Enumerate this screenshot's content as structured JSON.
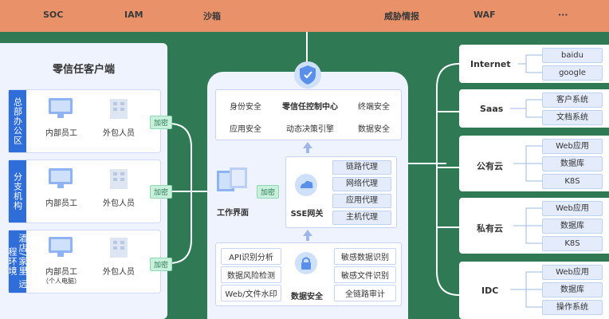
{
  "topbar": {
    "items": [
      "SOC",
      "IAM",
      "沙箱",
      "威胁情报",
      "WAF",
      "···"
    ]
  },
  "left": {
    "title": "零信任客户端",
    "rows": [
      {
        "label": "总部办公区",
        "staff": "内部员工",
        "outsourced": "外包人员",
        "sub": ""
      },
      {
        "label": "分支机构",
        "staff": "内部员工",
        "outsourced": "外包人员",
        "sub": ""
      },
      {
        "label": "酒店/家里 远程环境",
        "staff": "内部员工",
        "outsourced": "外包人员",
        "sub": "（个人电脑）"
      }
    ],
    "encrypt_label": "加密"
  },
  "center": {
    "control": {
      "title": "零信任控制中心",
      "items": [
        "身份安全",
        "终端安全",
        "应用安全",
        "动态决策引擎",
        "数据安全"
      ]
    },
    "workspace_label": "工作界面",
    "encrypt_label": "加密",
    "gateway": {
      "title": "SSE网关",
      "items": [
        "链路代理",
        "网络代理",
        "应用代理",
        "主机代理"
      ]
    },
    "data_security": {
      "title": "数据安全",
      "left_items": [
        "API识别分析",
        "数据风险检测",
        "Web/文件水印"
      ],
      "right_items": [
        "敏感数据识别",
        "敏感文件识别",
        "全链路审计"
      ]
    }
  },
  "right": {
    "groups": [
      {
        "title": "Internet",
        "items": [
          "baidu",
          "google"
        ]
      },
      {
        "title": "Saas",
        "items": [
          "客户系统",
          "文档系统"
        ]
      },
      {
        "title": "公有云",
        "items": [
          "Web应用",
          "数据库",
          "K8S"
        ]
      },
      {
        "title": "私有云",
        "items": [
          "Web应用",
          "数据库",
          "K8S"
        ]
      },
      {
        "title": "IDC",
        "items": [
          "Web应用",
          "数据库",
          "操作系统"
        ]
      }
    ]
  },
  "colors": {
    "topbar": "#e9926a",
    "background": "#2f7a55",
    "accent_blue": "#2f6ed8",
    "encrypt_green": "#c9f0dd"
  }
}
